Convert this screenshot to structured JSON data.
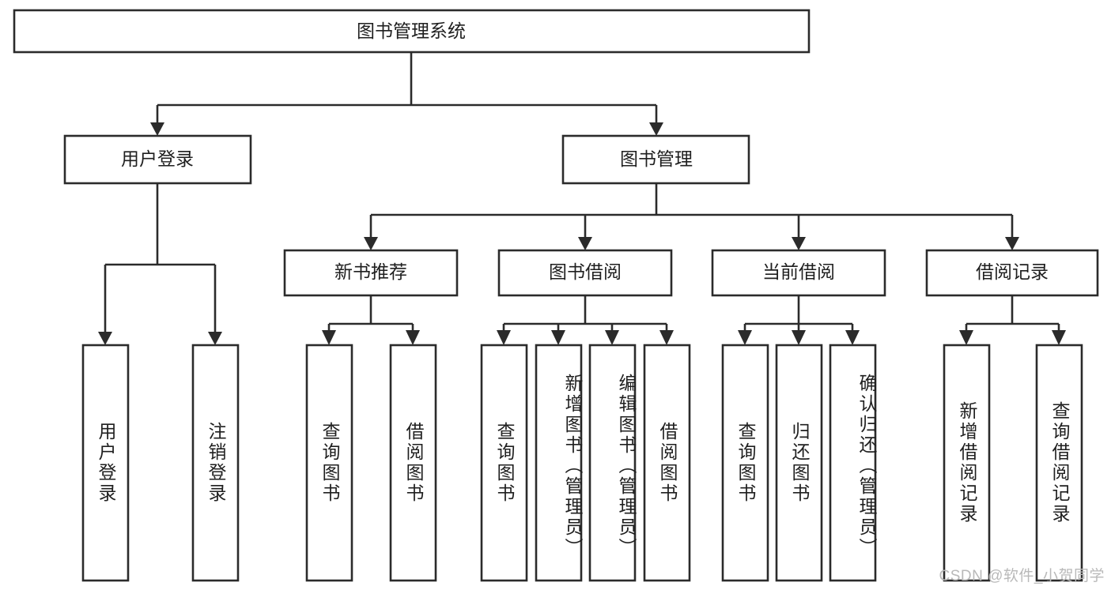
{
  "diagram": {
    "title": "图书管理系统",
    "type": "tree",
    "root": {
      "id": "root",
      "label": "图书管理系统"
    },
    "level2": [
      {
        "id": "user-login",
        "label": "用户登录"
      },
      {
        "id": "book-manage",
        "label": "图书管理"
      }
    ],
    "level3": [
      {
        "id": "new-book-recommend",
        "label": "新书推荐",
        "parent": "book-manage"
      },
      {
        "id": "book-borrow",
        "label": "图书借阅",
        "parent": "book-manage"
      },
      {
        "id": "current-borrow",
        "label": "当前借阅",
        "parent": "book-manage"
      },
      {
        "id": "borrow-record",
        "label": "借阅记录",
        "parent": "book-manage"
      }
    ],
    "leaves": [
      {
        "id": "leaf-user-login",
        "label": "用户登录",
        "parent": "user-login"
      },
      {
        "id": "leaf-user-logout",
        "label": "注销登录",
        "parent": "user-login"
      },
      {
        "id": "leaf-query-book-1",
        "label": "查询图书",
        "parent": "new-book-recommend"
      },
      {
        "id": "leaf-borrow-book-1",
        "label": "借阅图书",
        "parent": "new-book-recommend"
      },
      {
        "id": "leaf-query-book-2",
        "label": "查询图书",
        "parent": "book-borrow"
      },
      {
        "id": "leaf-add-book",
        "label": "新增图书（管理员）",
        "parent": "book-borrow"
      },
      {
        "id": "leaf-edit-book",
        "label": "编辑图书（管理员）",
        "parent": "book-borrow"
      },
      {
        "id": "leaf-borrow-book-2",
        "label": "借阅图书",
        "parent": "book-borrow"
      },
      {
        "id": "leaf-query-book-3",
        "label": "查询图书",
        "parent": "current-borrow"
      },
      {
        "id": "leaf-return-book",
        "label": "归还图书",
        "parent": "current-borrow"
      },
      {
        "id": "leaf-confirm-return",
        "label": "确认归还（管理员）",
        "parent": "current-borrow"
      },
      {
        "id": "leaf-add-record",
        "label": "新增借阅记录",
        "parent": "borrow-record"
      },
      {
        "id": "leaf-query-record",
        "label": "查询借阅记录",
        "parent": "borrow-record"
      }
    ],
    "watermark": "CSDN @软件_小贺同学",
    "colors": {
      "box_stroke": "#2b2b2b",
      "box_fill": "#ffffff",
      "text": "#1f1f1f",
      "watermark": "#b9b9b9",
      "background": "#ffffff"
    }
  }
}
